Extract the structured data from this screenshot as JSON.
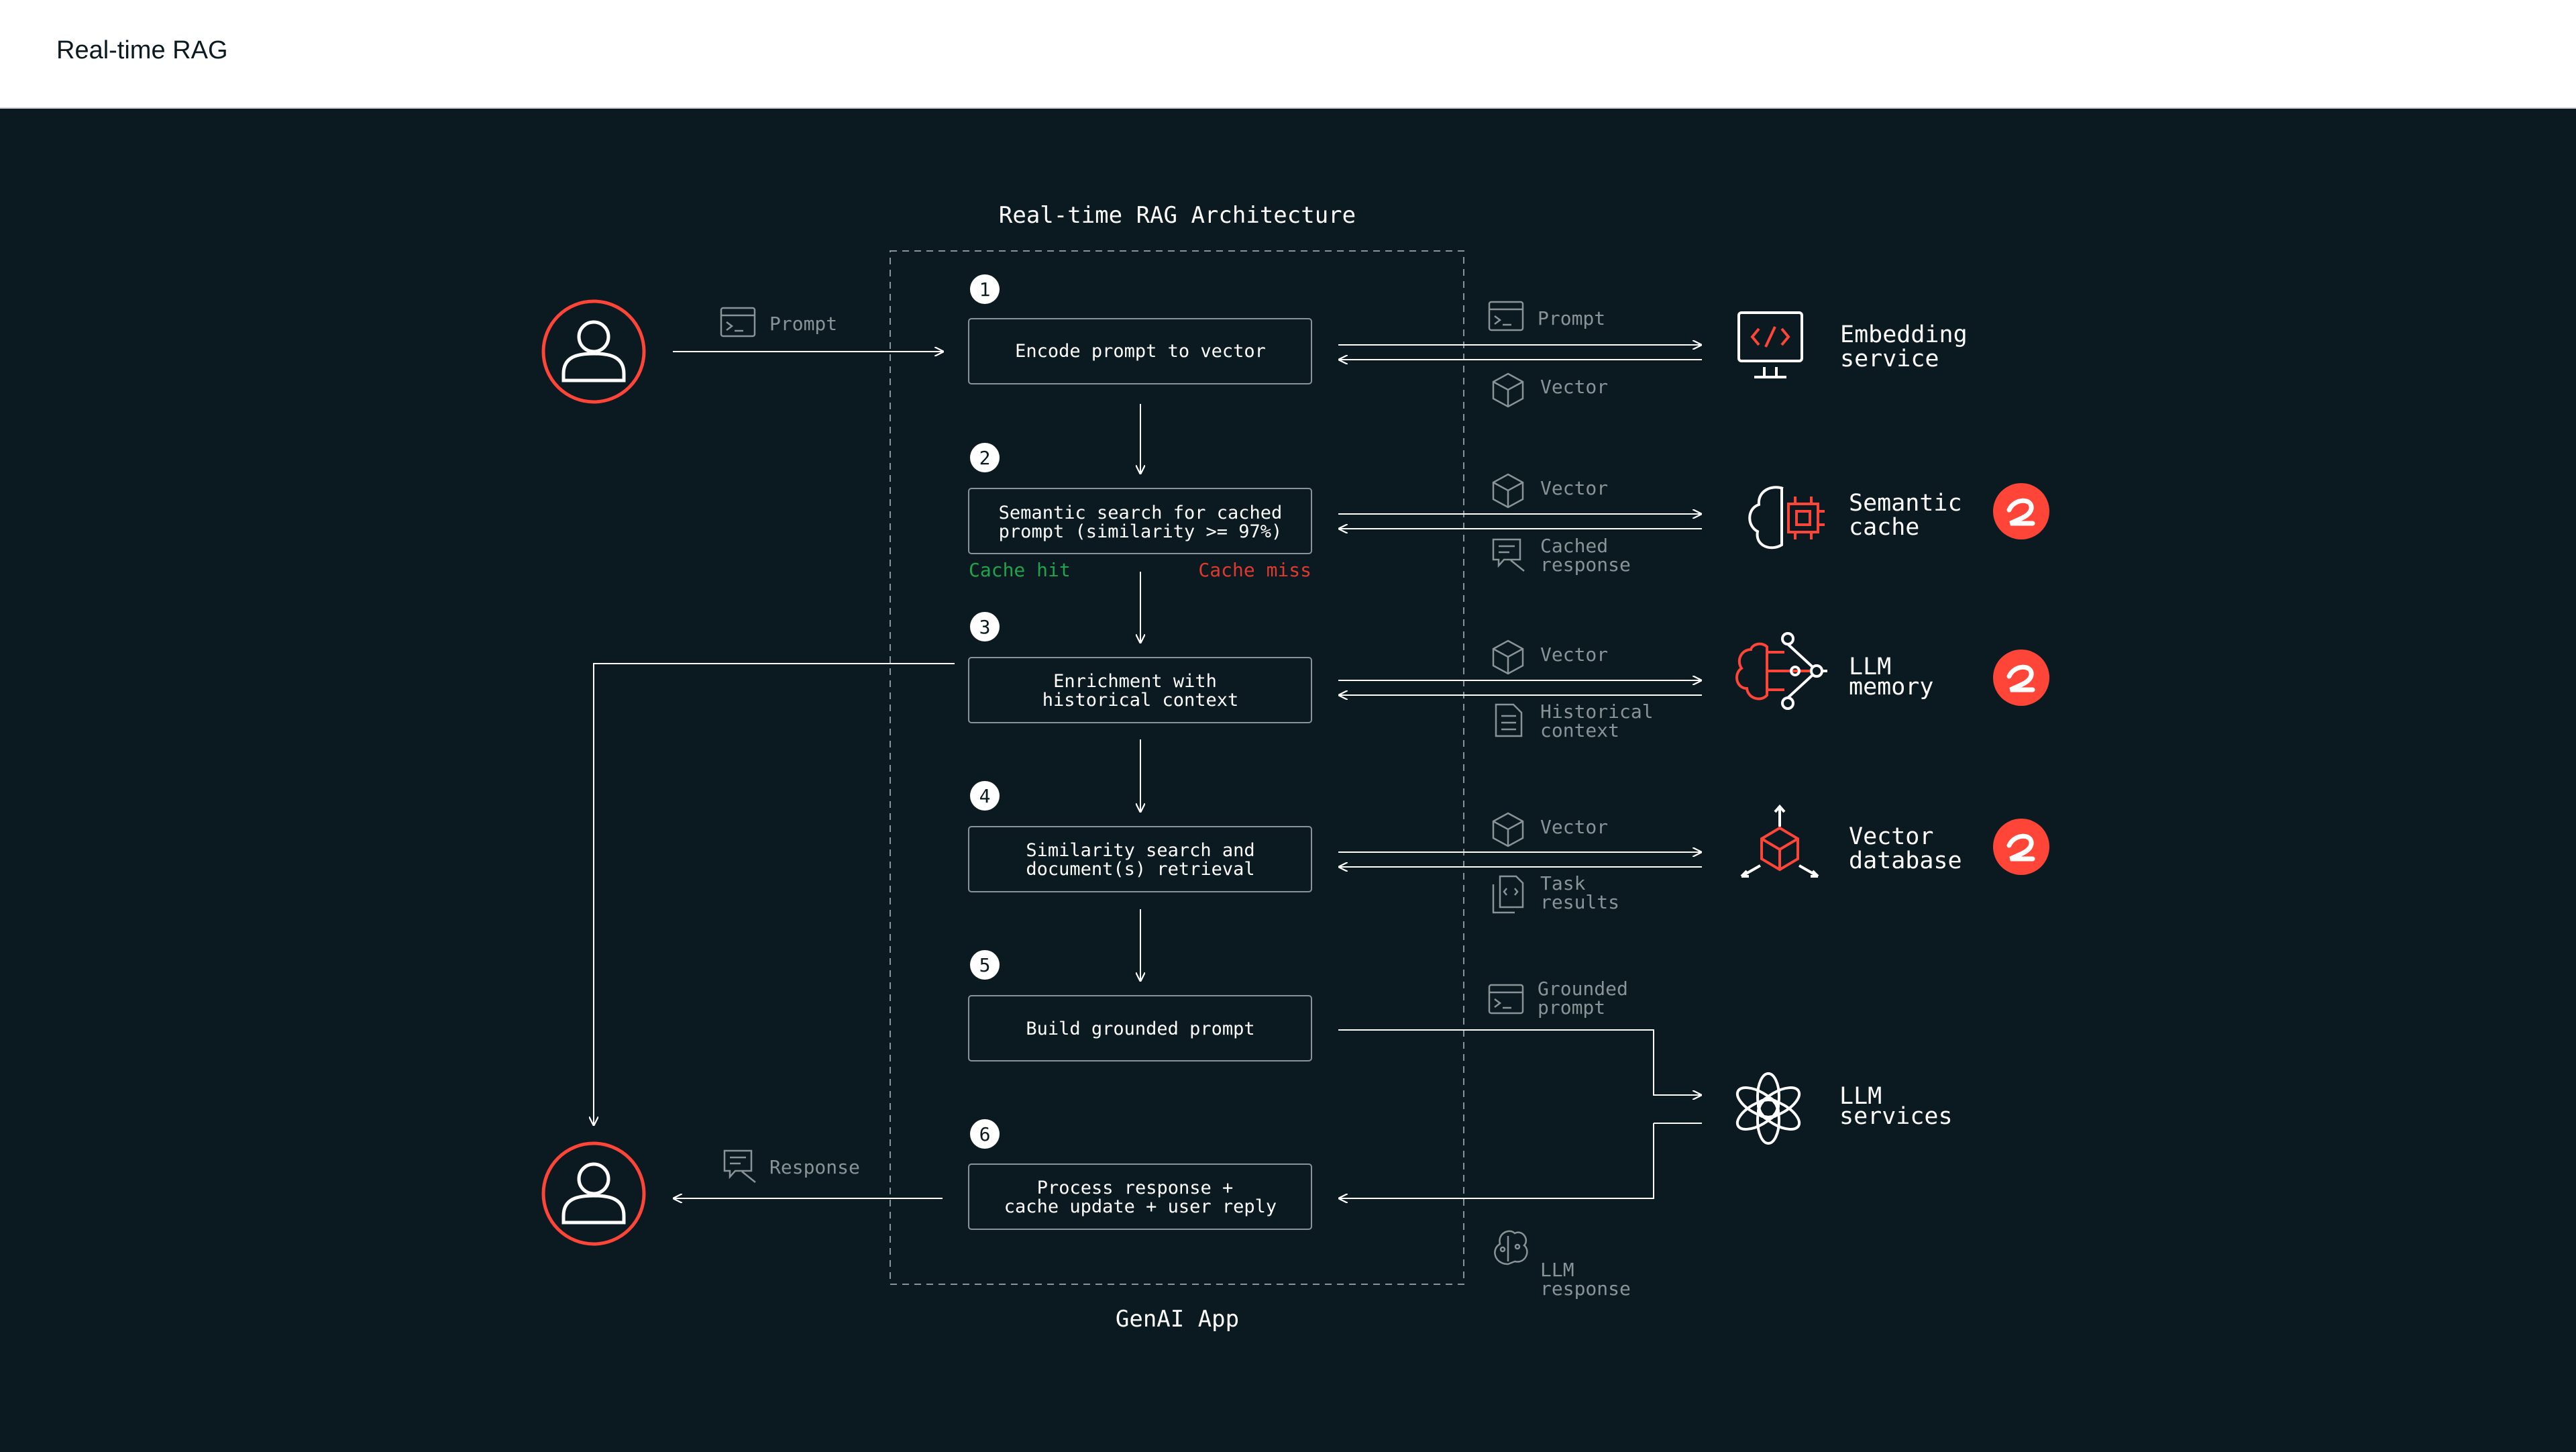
{
  "page_title": "Real-time RAG",
  "diagram": {
    "title": "Real-time RAG Architecture",
    "footer": "GenAI App",
    "colors": {
      "background": "#0b1a20",
      "accent": "#ff4438",
      "cache_hit": "#1fa34b",
      "cache_miss": "#e0392d",
      "line": "#ffffff",
      "muted": "#8a9498"
    },
    "user_in": {
      "label": "Prompt",
      "icon": "user-icon"
    },
    "user_out": {
      "label": "Response",
      "icon": "user-icon"
    },
    "steps": [
      {
        "num": "1",
        "lines": [
          "Encode prompt to vector"
        ]
      },
      {
        "num": "2",
        "lines": [
          "Semantic search for cached",
          "prompt (similarity >= 97%)"
        ]
      },
      {
        "num": "3",
        "lines": [
          "Enrichment with",
          "historical context"
        ]
      },
      {
        "num": "4",
        "lines": [
          "Similarity search and",
          "document(s) retrieval"
        ]
      },
      {
        "num": "5",
        "lines": [
          "Build grounded prompt"
        ]
      },
      {
        "num": "6",
        "lines": [
          "Process response +",
          "cache update + user reply"
        ]
      }
    ],
    "cache_hit": "Cache hit",
    "cache_miss": "Cache miss",
    "services": [
      {
        "lines": [
          "Embedding",
          "service"
        ],
        "icon": "monitor-code-icon",
        "badge": false
      },
      {
        "lines": [
          "Semantic",
          "cache"
        ],
        "icon": "brain-chip-icon",
        "badge": true
      },
      {
        "lines": [
          "LLM",
          "memory"
        ],
        "icon": "brain-network-icon",
        "badge": true
      },
      {
        "lines": [
          "Vector",
          "database"
        ],
        "icon": "cube-icon",
        "badge": true
      },
      {
        "lines": [
          "LLM",
          "services"
        ],
        "icon": "openai-knot-icon",
        "badge": false
      }
    ],
    "flows": [
      {
        "out": [
          "Prompt"
        ],
        "out_icon": "terminal-icon",
        "in": [
          "Vector"
        ],
        "in_icon": "vector-cube-icon"
      },
      {
        "out": [
          "Vector"
        ],
        "out_icon": "vector-cube-icon",
        "in": [
          "Cached",
          "response"
        ],
        "in_icon": "cached-response-icon"
      },
      {
        "out": [
          "Vector"
        ],
        "out_icon": "vector-cube-icon",
        "in": [
          "Historical",
          "context"
        ],
        "in_icon": "document-icon"
      },
      {
        "out": [
          "Vector"
        ],
        "out_icon": "vector-cube-icon",
        "in": [
          "Task",
          "results"
        ],
        "in_icon": "task-file-icon"
      },
      {
        "out": [
          "Grounded",
          "prompt"
        ],
        "out_icon": "terminal-icon",
        "in": [
          "LLM",
          "response"
        ],
        "in_icon": "llm-response-icon"
      }
    ]
  }
}
